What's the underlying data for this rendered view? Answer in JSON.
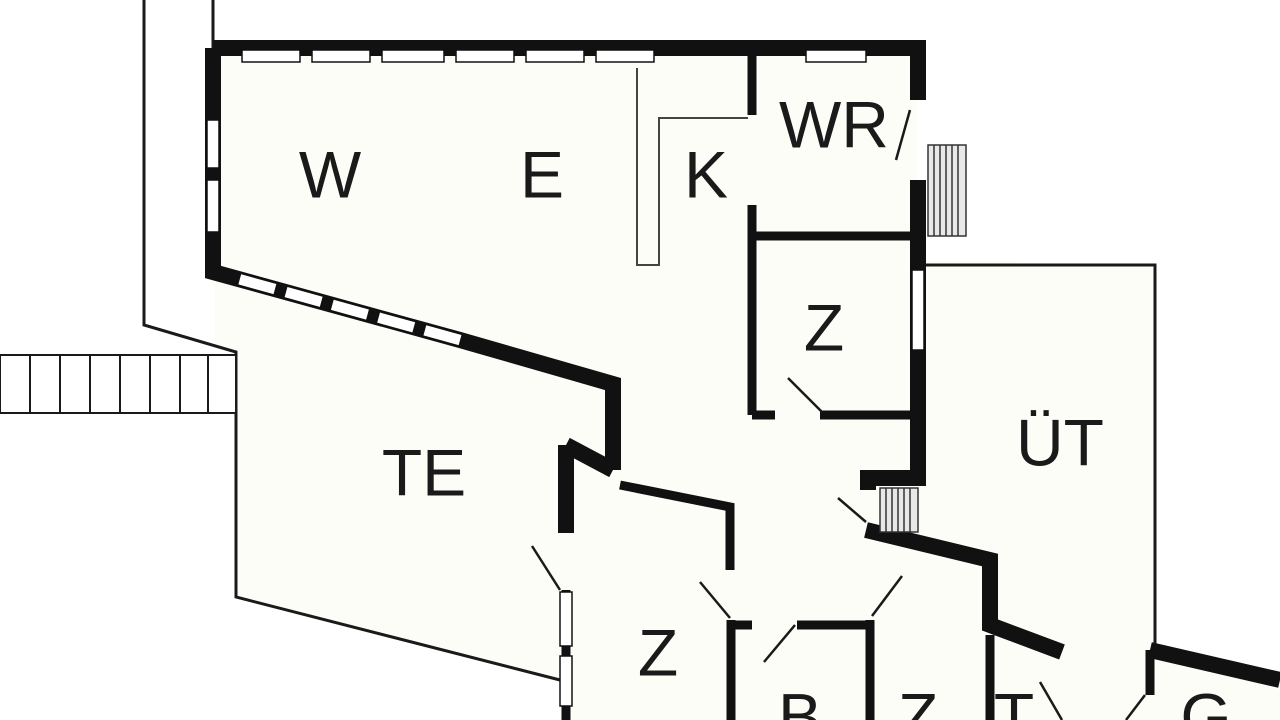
{
  "rooms": {
    "w": "W",
    "e": "E",
    "k": "K",
    "wr": "WR",
    "z_upper": "Z",
    "ut": "ÜT",
    "te": "TE",
    "z_lower_left": "Z",
    "b": "B",
    "z_lower_right": "Z",
    "t": "T",
    "g": "G"
  }
}
